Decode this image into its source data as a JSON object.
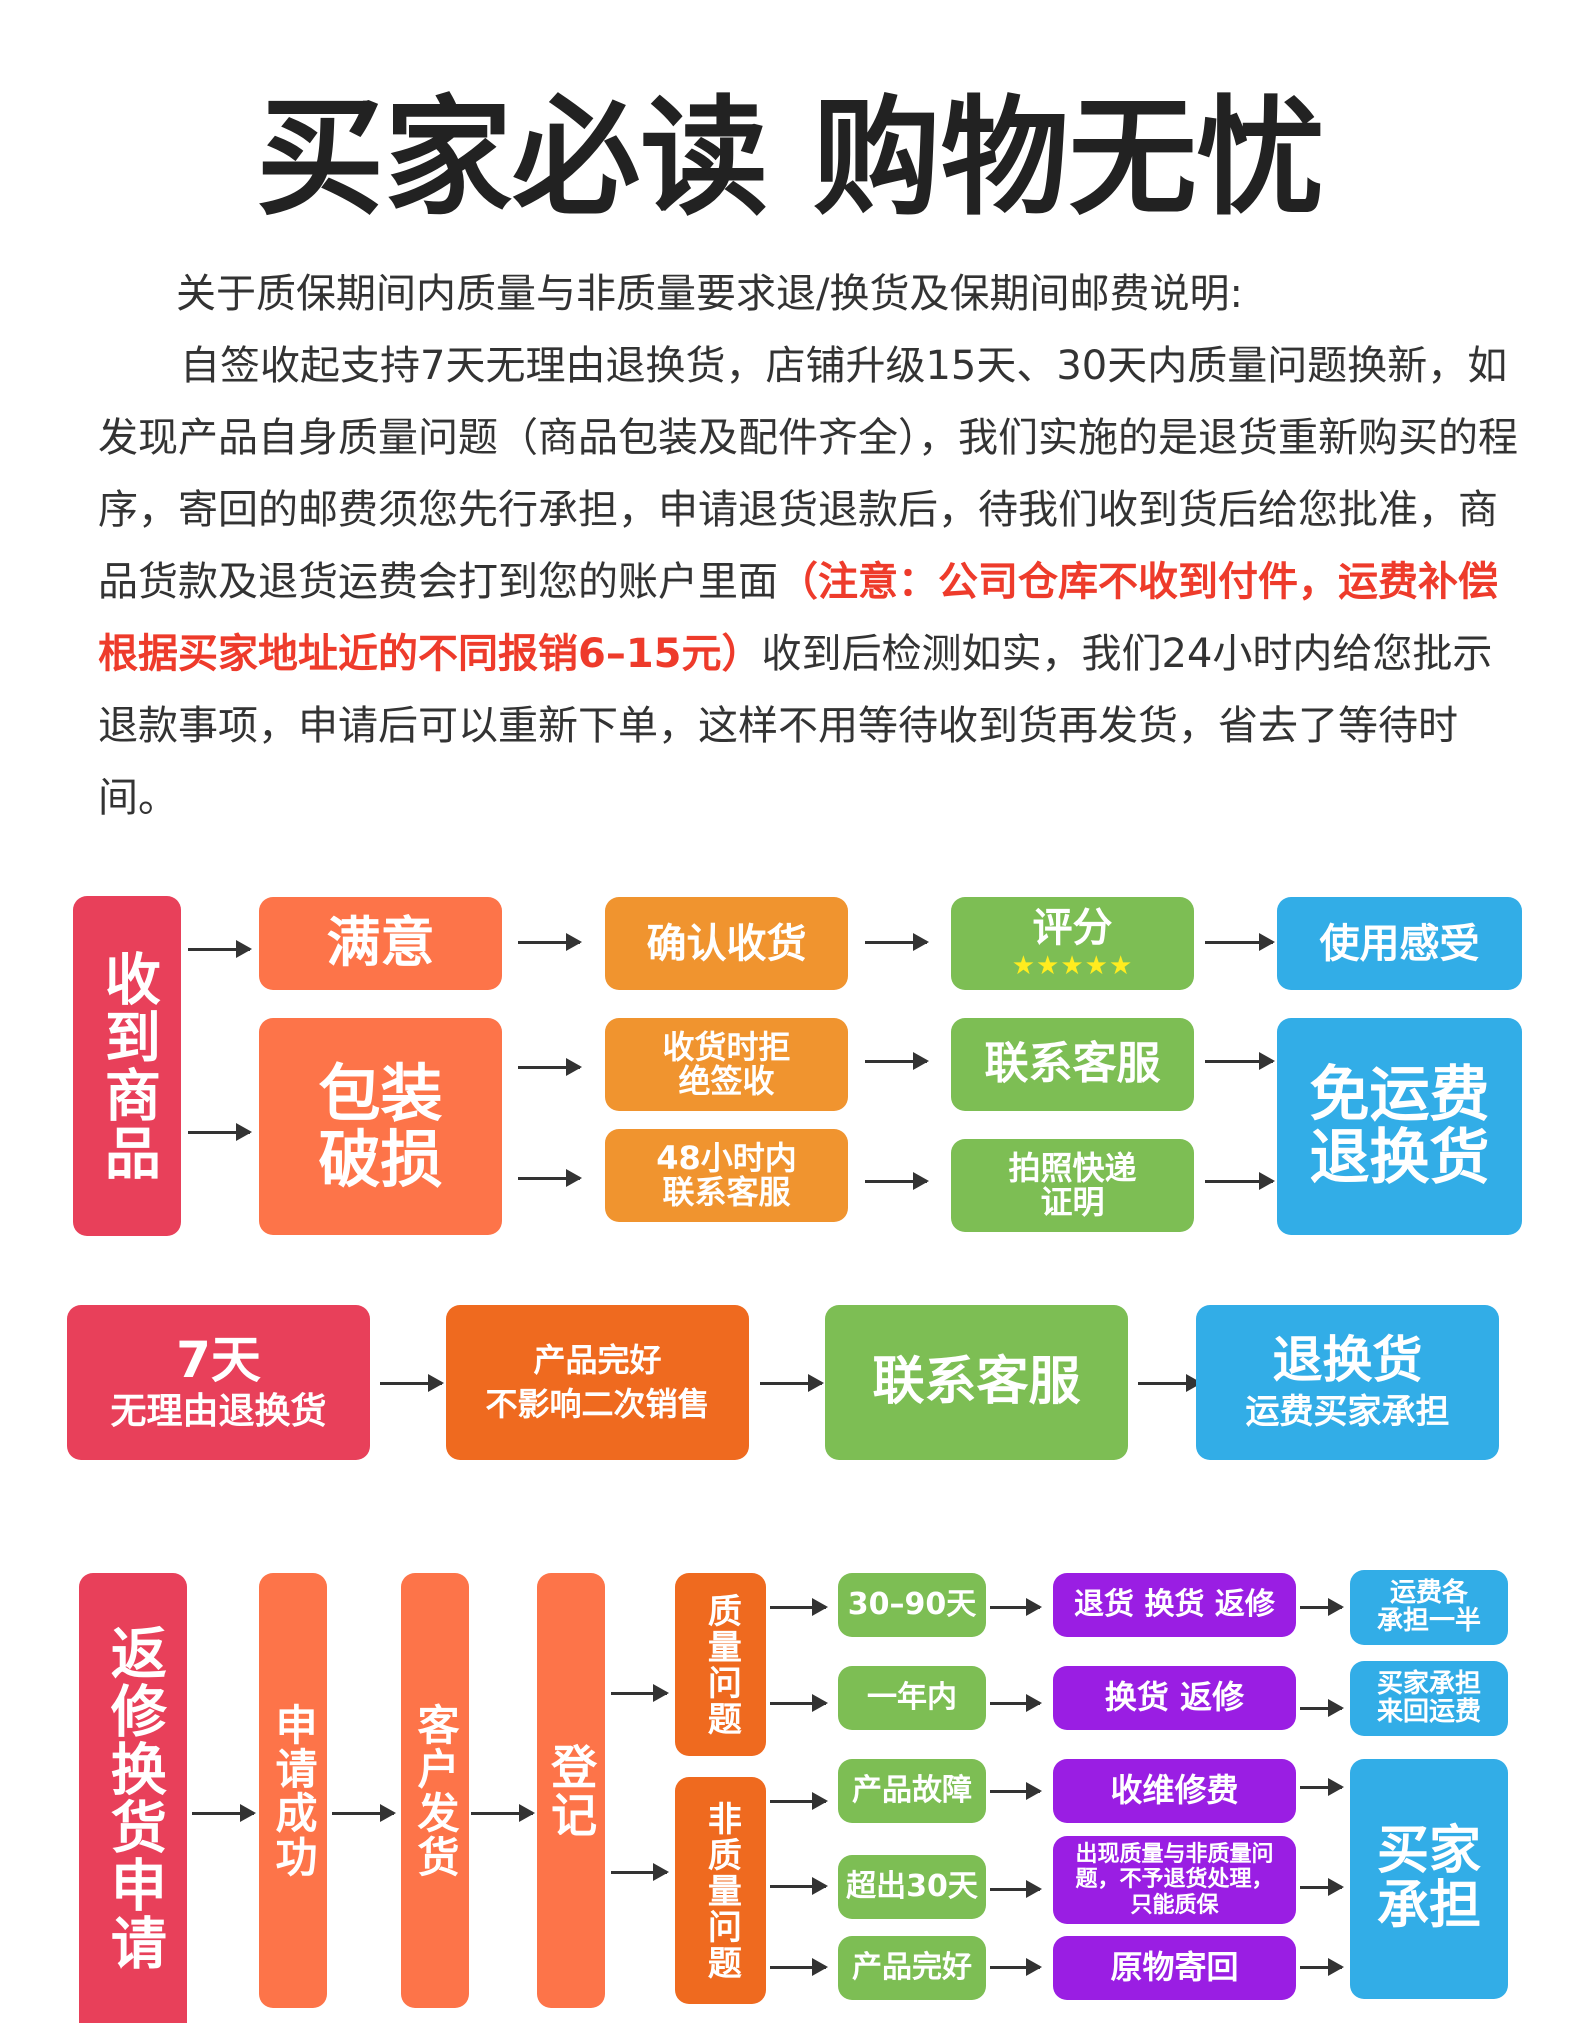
{
  "title": "买家必读 购物无忧",
  "intro": {
    "line1": "关于质保期间内质量与非质量要求退/换货及保期间邮费说明:",
    "para_start": "自签收起支持7天无理由退换货，店铺升级15天、30天内质量问题换新，如发现产品自身质量问题（商品包装及配件齐全），我们实施的是退货重新购买的程序，寄回的邮费须您先行承担，申请退货退款后，待我们收到货后给您批准，商品货款及退货运费会打到您的账户里面",
    "note": "（注意：公司仓库不收到付件，运费补偿根据买家地址近的不同报销6–15元）",
    "para_end": "收到后检测如实，我们24小时内给您批示退款事项，申请后可以重新下单，这样不用等待收到货再发货，省去了等待时间。"
  },
  "flow1": {
    "received": "收到商品",
    "satisfied": "满意",
    "confirm": "确认收货",
    "rate": "评分",
    "stars": "★★★★★",
    "experience": "使用感受",
    "damaged_1": "包装",
    "damaged_2": "破损",
    "refuse_1": "收货时拒",
    "refuse_2": "绝签收",
    "contact48_1": "48小时内",
    "contact48_2": "联系客服",
    "contact_service": "联系客服",
    "photo_1": "拍照快递",
    "photo_2": "证明",
    "free_1": "免运费",
    "free_2": "退换货"
  },
  "flow2": {
    "days7_1": "7天",
    "days7_2": "无理由退换货",
    "good_1": "产品完好",
    "good_2": "不影响二次销售",
    "contact": "联系客服",
    "exchange_1": "退换货",
    "exchange_2": "运费买家承担"
  },
  "flow3": {
    "apply": "返修换货申请",
    "success": "申请成功",
    "ship": "客户发货",
    "register": "登记",
    "quality": "质量问题",
    "non_quality": "非质量问题",
    "d30_90": "30–90天",
    "within_year": "一年内",
    "fault": "产品故障",
    "over30": "超出30天",
    "intact": "产品完好",
    "return_exchange_repair": "退货 换货 返修",
    "exchange_repair": "换货  返修",
    "repair_fee": "收维修费",
    "mixed_issue": "出现质量与非质量问题，不予退货处理，只能质保",
    "return_original": "原物寄回",
    "split_1": "运费各",
    "split_2": "承担一半",
    "buyer_round_1": "买家承担",
    "buyer_round_2": "来回运费",
    "buyer_1": "买家",
    "buyer_2": "承担"
  }
}
